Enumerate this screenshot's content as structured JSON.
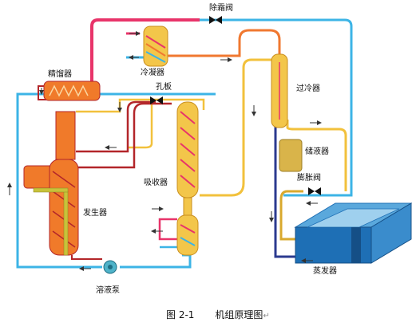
{
  "labels": {
    "defrost_valve": "除霜阀",
    "condenser": "冷凝器",
    "rectifier": "精馏器",
    "orifice": "孔板",
    "subcooler": "过冷器",
    "receiver": "储液器",
    "expansion_valve": "膨胀阀",
    "absorber": "吸收器",
    "generator": "发生器",
    "solution_pump": "溶液泵",
    "evaporator": "蒸发器"
  },
  "caption": {
    "number": "图 2-1",
    "title": "机组原理图",
    "end_mark": "↵"
  },
  "colors": {
    "hot_vapor": "#e8346a",
    "high_temp": "#f07830",
    "warm_solution": "#f2c13c",
    "cold_liquid": "#2b3a8f",
    "cooling_water": "#3cb4e6",
    "dark_red": "#b3262a",
    "vessel_orange": "#f07a2a",
    "vessel_yellow": "#f3c64a",
    "evaporator_blue": "#1e6fb5"
  }
}
